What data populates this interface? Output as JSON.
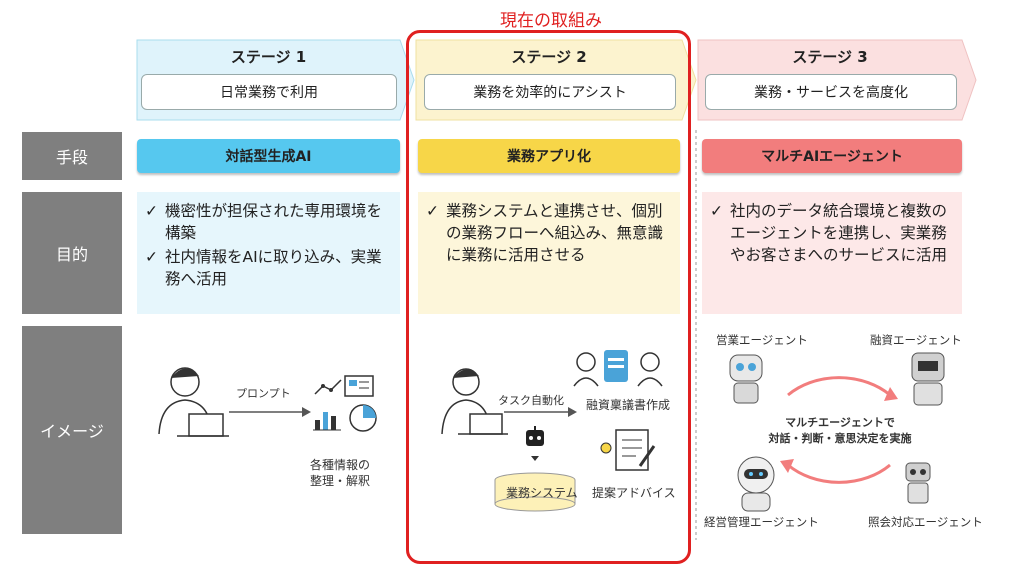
{
  "highlight": {
    "label": "現在の取組み",
    "color": "#e02020"
  },
  "stages": [
    {
      "title": "ステージ 1",
      "subtitle": "日常業務で利用",
      "color": "#dff3fb",
      "means": "対話型生成AI",
      "means_color": "#56c8ef",
      "purpose_bg": "#e6f6fc",
      "purpose": [
        "機密性が担保された専用環境を構築",
        "社内情報をAIに取り込み、実業務へ活用"
      ]
    },
    {
      "title": "ステージ 2",
      "subtitle": "業務を効率的にアシスト",
      "color": "#fcf3cf",
      "means": "業務アプリ化",
      "means_color": "#f7d648",
      "purpose_bg": "#fdf6da",
      "purpose": [
        "業務システムと連携させ、個別の業務フローへ組込み、無意識に業務に活用させる"
      ]
    },
    {
      "title": "ステージ 3",
      "subtitle": "業務・サービスを高度化",
      "color": "#fbe0e0",
      "means": "マルチAIエージェント",
      "means_color": "#f27d7d",
      "purpose_bg": "#fde8e8",
      "purpose": [
        "社内のデータ統合環境と複数のエージェントを連携し、実業務やお客さまへのサービスに活用"
      ]
    }
  ],
  "rows": {
    "means": "手段",
    "purpose": "目的",
    "image": "イメージ"
  },
  "image1": {
    "arrow_label": "プロンプト",
    "caption_line1": "各種情報の",
    "caption_line2": "整理・解釈"
  },
  "image2": {
    "arrow_label": "タスク自動化",
    "system": "業務システム",
    "doc": "融資稟議書作成",
    "advice": "提案アドバイス"
  },
  "image3": {
    "agent_sales": "営業エージェント",
    "agent_loan": "融資エージェント",
    "agent_mgmt": "経営管理エージェント",
    "agent_inquiry": "照会対応エージェント",
    "center_line1": "マルチエージェントで",
    "center_line2": "対話・判断・意思決定を実施"
  }
}
